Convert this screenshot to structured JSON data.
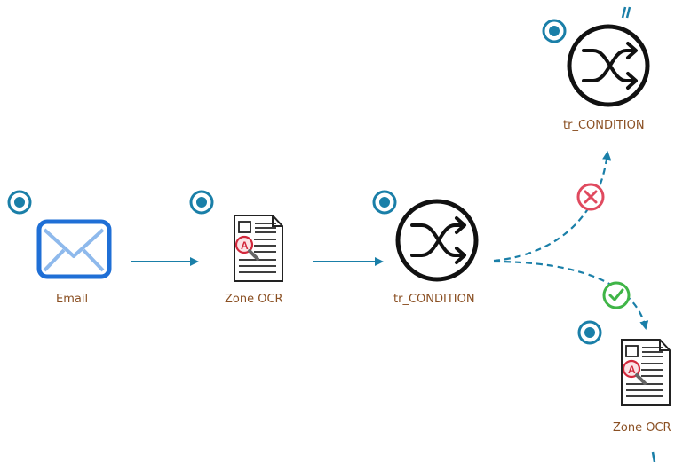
{
  "nodes": {
    "email": {
      "label": "Email",
      "icon": "envelope-icon"
    },
    "zone_ocr_1": {
      "label": "Zone OCR",
      "icon": "document-ocr-icon"
    },
    "condition_1": {
      "label": "tr_CONDITION",
      "icon": "shuffle-icon"
    },
    "condition_2": {
      "label": "tr_CONDITION",
      "icon": "shuffle-icon"
    },
    "zone_ocr_2": {
      "label": "Zone OCR",
      "icon": "document-ocr-icon"
    }
  },
  "branches": {
    "false_branch": {
      "icon": "x-circle-icon"
    },
    "true_branch": {
      "icon": "check-circle-icon"
    }
  },
  "colors": {
    "connector": "#1a7fa8",
    "label": "#8a4f22",
    "email_blue": "#1f6fd6",
    "false_red": "#e04a5f",
    "true_green": "#3fb547"
  }
}
